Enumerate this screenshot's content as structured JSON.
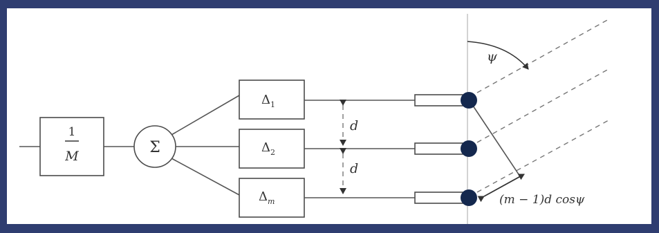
{
  "diagram": {
    "gain_numerator": "1",
    "gain_denominator": "M",
    "summer_symbol": "Σ",
    "delays": [
      {
        "symbol": "Δ",
        "subscript": "1"
      },
      {
        "symbol": "Δ",
        "subscript": "2"
      },
      {
        "symbol": "Δ",
        "subscript": "m"
      }
    ],
    "spacing_label": "d",
    "angle_label": "ψ",
    "path_difference_label": "(m − 1)d cosψ"
  },
  "colors": {
    "frame": "#2f3d70",
    "element_fill": "#14284e",
    "stroke": "#4a4a4a"
  }
}
